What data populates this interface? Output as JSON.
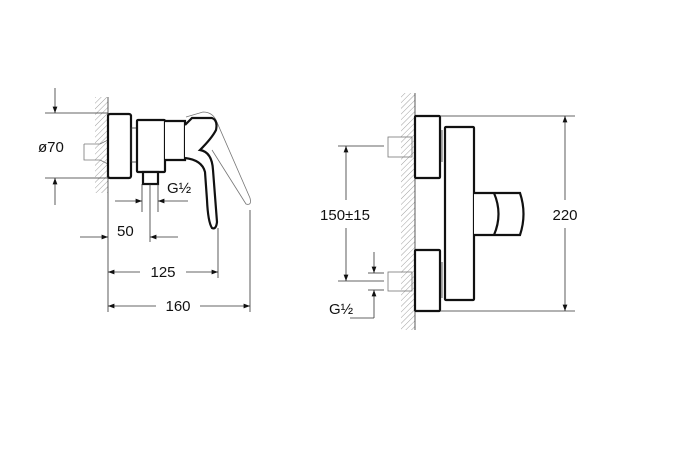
{
  "side_view": {
    "diameter_label": "ø70",
    "thread_label": "G½",
    "outlet_offset_label": "50",
    "body_depth_label": "125",
    "total_depth_label": "160"
  },
  "front_view": {
    "center_distance_label": "150±15",
    "thread_label": "G½",
    "height_label": "220"
  },
  "colors": {
    "line": "#111111",
    "hatch": "#888888"
  }
}
